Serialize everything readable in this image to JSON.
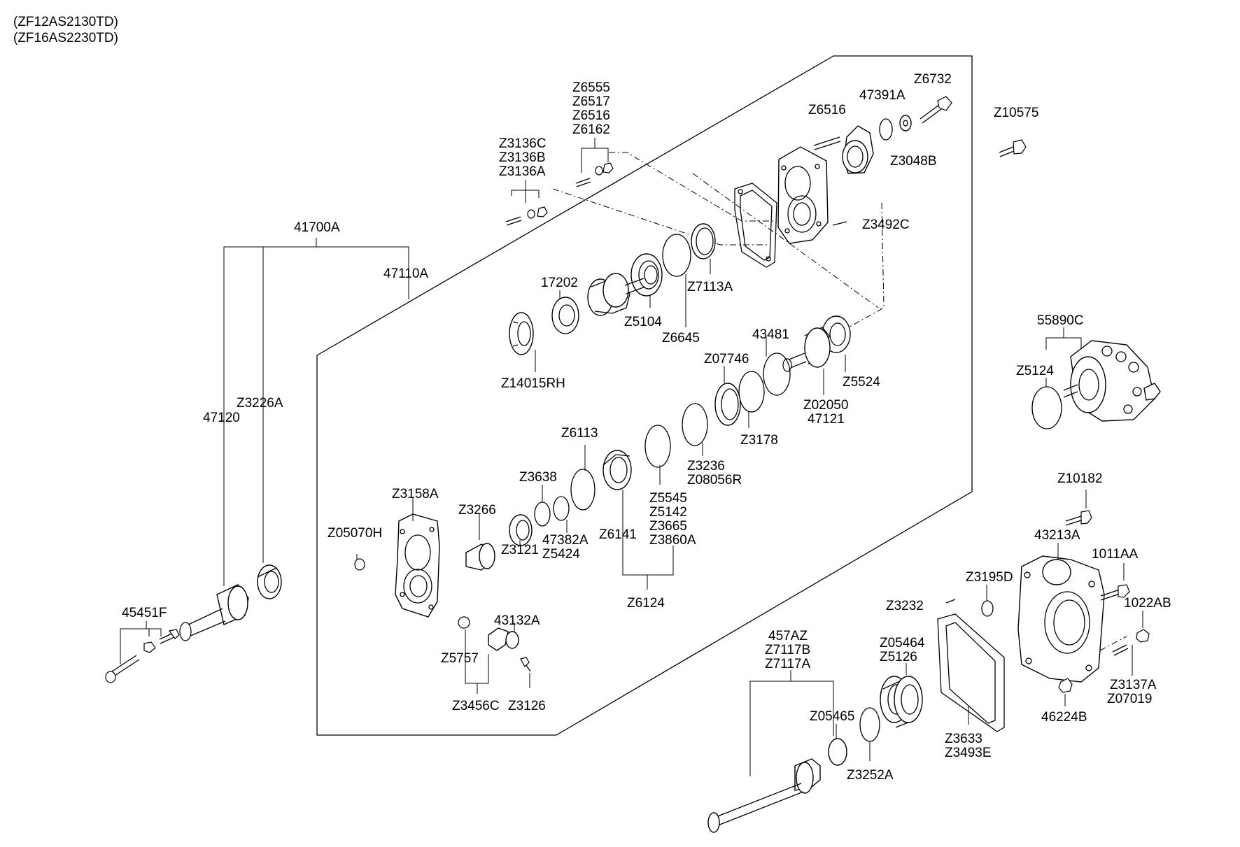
{
  "models": [
    "(ZF12AS2130TD)",
    "(ZF16AS2230TD)"
  ],
  "labels": {
    "z6555": "Z6555",
    "z6517": "Z6517",
    "z6516a": "Z6516",
    "z6162": "Z6162",
    "z3136c": "Z3136C",
    "z3136b": "Z3136B",
    "z3136a": "Z3136A",
    "z6516b": "Z6516",
    "p47391a": "47391A",
    "z6732": "Z6732",
    "z3048b": "Z3048B",
    "z10575": "Z10575",
    "z3492c": "Z3492C",
    "p41700a": "41700A",
    "p47110a": "47110A",
    "p17202": "17202",
    "z5104": "Z5104",
    "z7113a": "Z7113A",
    "z6645": "Z6645",
    "z14015rh": "Z14015RH",
    "p43481": "43481",
    "z07746": "Z07746",
    "z5524": "Z5524",
    "z02050": "Z02050",
    "p47121": "47121",
    "z3178": "Z3178",
    "p55890c": "55890C",
    "z5124": "Z5124",
    "p47120": "47120",
    "z3226a": "Z3226A",
    "z6113": "Z6113",
    "z3236": "Z3236",
    "z08056r": "Z08056R",
    "z3638": "Z3638",
    "z5545": "Z5545",
    "z5142": "Z5142",
    "z3665": "Z3665",
    "z3860a": "Z3860A",
    "z3158a": "Z3158A",
    "z3266": "Z3266",
    "p47382a": "47382A",
    "z5424": "Z5424",
    "z6141": "Z6141",
    "z3121": "Z3121",
    "z05070h": "Z05070H",
    "z6124": "Z6124",
    "z10182": "Z10182",
    "p43213a": "43213A",
    "p1011aa": "1011AA",
    "z3195d": "Z3195D",
    "p1022ab": "1022AB",
    "z3232": "Z3232",
    "p45451f": "45451F",
    "p43132a": "43132A",
    "z5757": "Z5757",
    "z3456c": "Z3456C",
    "z3126": "Z3126",
    "p457az": "457AZ",
    "z7117b": "Z7117B",
    "z7117a": "Z7117A",
    "z05464": "Z05464",
    "z5126": "Z5126",
    "z05465": "Z05465",
    "z3633": "Z3633",
    "z3493e": "Z3493E",
    "z3252a": "Z3252A",
    "z3137a": "Z3137A",
    "z07019": "Z07019",
    "p46224b": "46224B"
  }
}
